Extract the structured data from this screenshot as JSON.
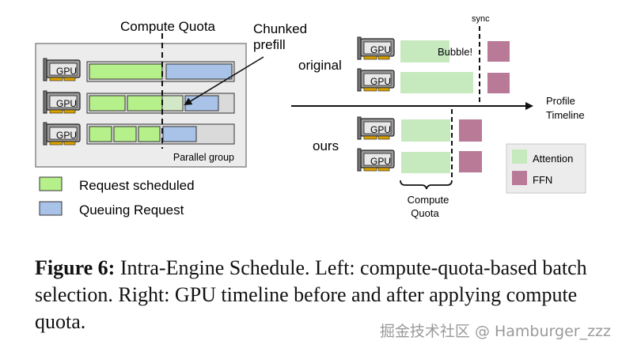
{
  "left": {
    "compute_quota_label": "Compute Quota",
    "chunked_prefill_label": "Chunked\nprefill",
    "parallel_group_label": "Parallel group",
    "gpu_label": "GPU",
    "legend": [
      {
        "label": "Request scheduled",
        "color": "#b5f08a"
      },
      {
        "label": "Queuing Request",
        "color": "#a9c3e8"
      }
    ]
  },
  "right": {
    "sync_label": "sync",
    "original_label": "original",
    "ours_label": "ours",
    "bubble_label": "Bubble!",
    "timeline_label": "Profile\nTimeline",
    "compute_quota_label": "Compute\nQuota",
    "gpu_label": "GPU",
    "legend": [
      {
        "label": "Attention",
        "color": "#c6e9be"
      },
      {
        "label": "FFN",
        "color": "#b97a97"
      }
    ]
  },
  "caption": {
    "bold": "Figure 6:",
    "text": " Intra-Engine Schedule. Left: compute-quota-based batch selection. Right: GPU timeline before and after applying compute quota."
  },
  "watermark": "掘金技术社区 @ Hamburger_zzz",
  "colors": {
    "scheduled": "#b5f08a",
    "queuing": "#a9c3e8",
    "attention": "#c6e9be",
    "ffn": "#b97a97",
    "panel": "#ececec",
    "row_bg": "#dadada"
  }
}
